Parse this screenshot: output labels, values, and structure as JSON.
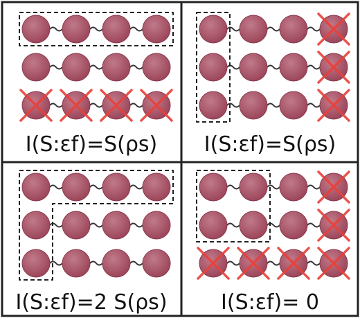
{
  "panels": [
    {
      "caption": "I(S:εf)=S(ρs)",
      "crossed_rows": [
        3
      ],
      "crossed_cols": [],
      "selection": "top-row"
    },
    {
      "caption": "I(S:εf)=S(ρs)",
      "crossed_rows": [],
      "crossed_cols": [
        4
      ],
      "selection": "left-column"
    },
    {
      "caption": "I(S:εf)=2 S(ρs)",
      "crossed_rows": [],
      "crossed_cols": [],
      "selection": "top-row-and-left-column"
    },
    {
      "caption": "I(S:εf)= 0",
      "crossed_rows": [
        3
      ],
      "crossed_cols": [
        4
      ],
      "selection": "top-left-2x2"
    }
  ],
  "grid": {
    "rows": 3,
    "cols": 4
  },
  "colors": {
    "circle": "#a24a5e",
    "circle_edge": "#8a3a4d",
    "cross": "#e8403a",
    "frame": "#222222",
    "dashed": "#222222",
    "wave": "#333333"
  }
}
